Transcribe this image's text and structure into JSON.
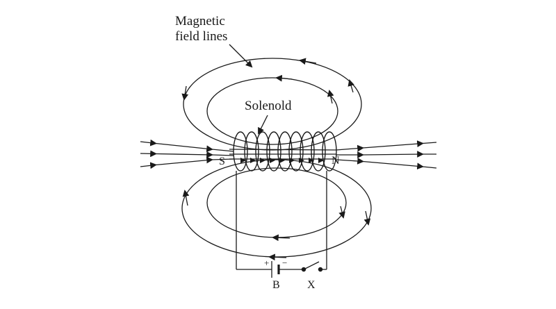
{
  "figure": {
    "background": "#ffffff",
    "ink": "#1a1a1a",
    "labels": {
      "field_lines_line1": "Magnetic",
      "field_lines_line2": "field lines",
      "solenoid": "Solenold",
      "south": "S",
      "north": "N",
      "battery": "B",
      "switch": "X",
      "plus": "+",
      "minus": "−"
    }
  }
}
